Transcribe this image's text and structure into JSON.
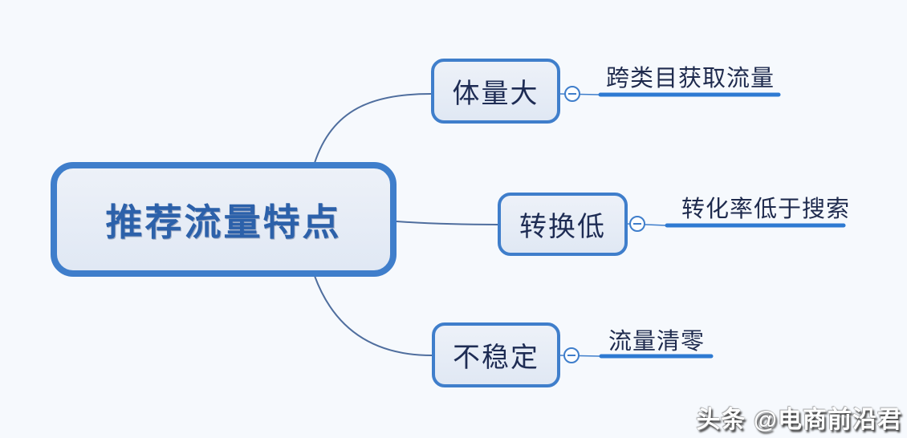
{
  "mindmap": {
    "root_label": "推荐流量特点",
    "branches": [
      {
        "node_label": "体量大",
        "leaf_label": "跨类目获取流量"
      },
      {
        "node_label": "转换低",
        "leaf_label": "转化率低于搜索"
      },
      {
        "node_label": "不稳定",
        "leaf_label": "流量清零"
      }
    ]
  },
  "watermark": {
    "text": "头条 @电商前沿君"
  },
  "colors": {
    "background": "#f6f9fd",
    "node_border": "#3f7ecb",
    "node_fill": "#e5ebf5",
    "root_text": "#2c61aa",
    "node_text": "#1e2c54",
    "leaf_text": "#1f2b4e",
    "leaf_line": "#2e7ad2",
    "curve": "#4f6e9e"
  }
}
